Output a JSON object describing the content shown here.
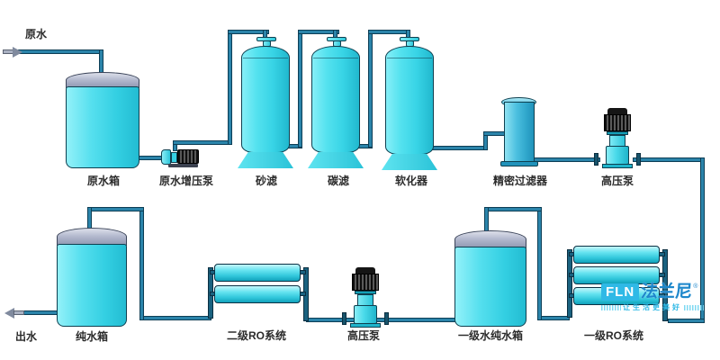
{
  "labels": {
    "raw_water_in": "原水",
    "raw_water_tank": "原水箱",
    "booster_pump": "原水增压泵",
    "sand_filter": "砂滤",
    "carbon_filter": "碳滤",
    "softener": "软化器",
    "precision_filter": "精密过滤器",
    "high_pressure_pump_1": "高压泵",
    "water_out": "出水",
    "pure_water_tank": "纯水箱",
    "stage2_ro_system": "二级RO系统",
    "high_pressure_pump_2": "高压泵",
    "stage1_pure_water_tank": "一级水纯水箱",
    "stage1_ro_system": "一级RO系统"
  },
  "watermark": {
    "brand_abbr": "FLN",
    "brand_name": "法兰尼",
    "registered_mark": "®",
    "tagline": "让生活更美好"
  },
  "colors": {
    "vessel_cyan": "#3fd9e9",
    "pipe_teal": "#2b84aa",
    "dome_gray": "#a8aec6",
    "motor_black": "#1c1c1c",
    "brand_blue": "#1e87cb",
    "brand_cyan": "#2fb9e6",
    "label_text": "#2b2b2b"
  }
}
